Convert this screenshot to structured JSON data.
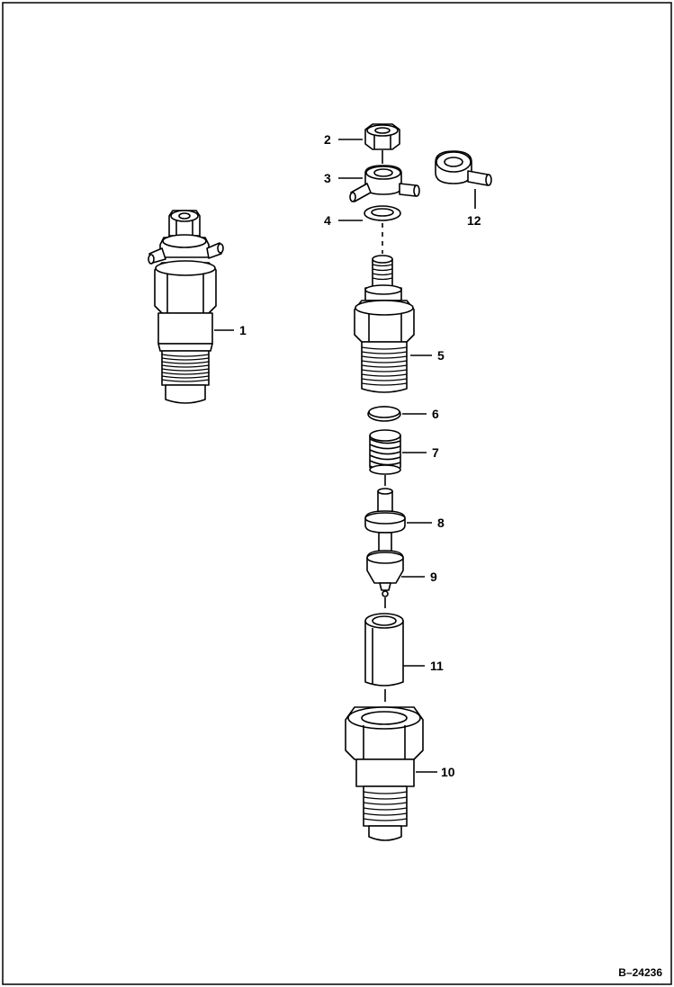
{
  "callouts": {
    "c1": "1",
    "c2": "2",
    "c3": "3",
    "c4": "4",
    "c5": "5",
    "c6": "6",
    "c7": "7",
    "c8": "8",
    "c9": "9",
    "c10": "10",
    "c11": "11",
    "c12": "12"
  },
  "reference_number": "B–24236"
}
